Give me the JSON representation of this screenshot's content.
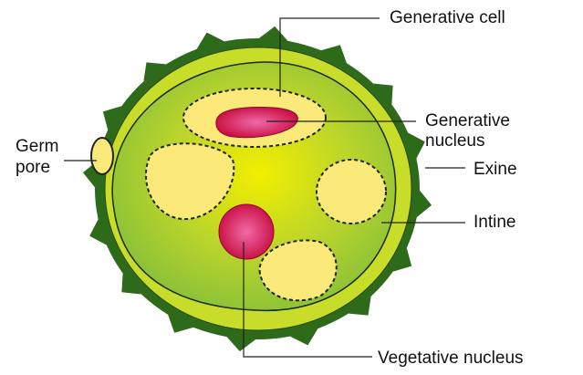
{
  "title": "Pollen grain structure",
  "labels": {
    "generative_cell": "Generative cell",
    "generative_nucleus_1": "Generative",
    "generative_nucleus_2": "nucleus",
    "germ_pore_1": "Germ",
    "germ_pore_2": "pore",
    "exine": "Exine",
    "intine": "Intine",
    "vegetative_nucleus": "Vegetative nucleus"
  },
  "colors": {
    "exine": "#2d6a1a",
    "intine": "#c8dc2a",
    "cytoplasm_edge": "#86bf38",
    "cytoplasm_center": "#f2ee00",
    "vacuole": "#fbe97a",
    "nucleus": "#d0104a",
    "nucleus_highlight": "#f06aa8"
  }
}
